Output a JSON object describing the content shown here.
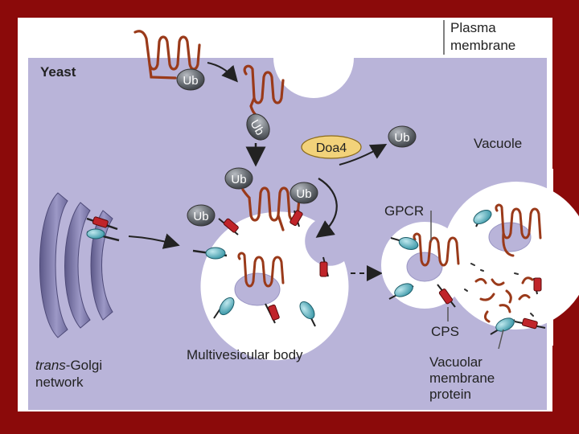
{
  "labels": {
    "plasma_membrane_1": "Plasma",
    "plasma_membrane_2": "membrane",
    "yeast": "Yeast",
    "doa4": "Doa4",
    "vacuole": "Vacuole",
    "gpcr": "GPCR",
    "cps": "CPS",
    "trans_golgi_italic": "trans",
    "trans_golgi_rest": "-Golgi",
    "network": "network",
    "multivesicular_body": "Multivesicular body",
    "vacuolar_1": "Vacuolar",
    "vacuolar_2": "membrane",
    "vacuolar_3": "protein"
  },
  "ub_label": "Ub",
  "colors": {
    "frame": "#8b0a0a",
    "panel": "#ffffff",
    "cytoplasm": "#b9b4d9",
    "ub_ball": "#6d7278",
    "helix": "#9a3a1a",
    "cps": "#c0242a",
    "vacuolar_protein": "#4fa8b8",
    "golgi": "#7e7aa8",
    "doa4": "#f2d27a"
  }
}
